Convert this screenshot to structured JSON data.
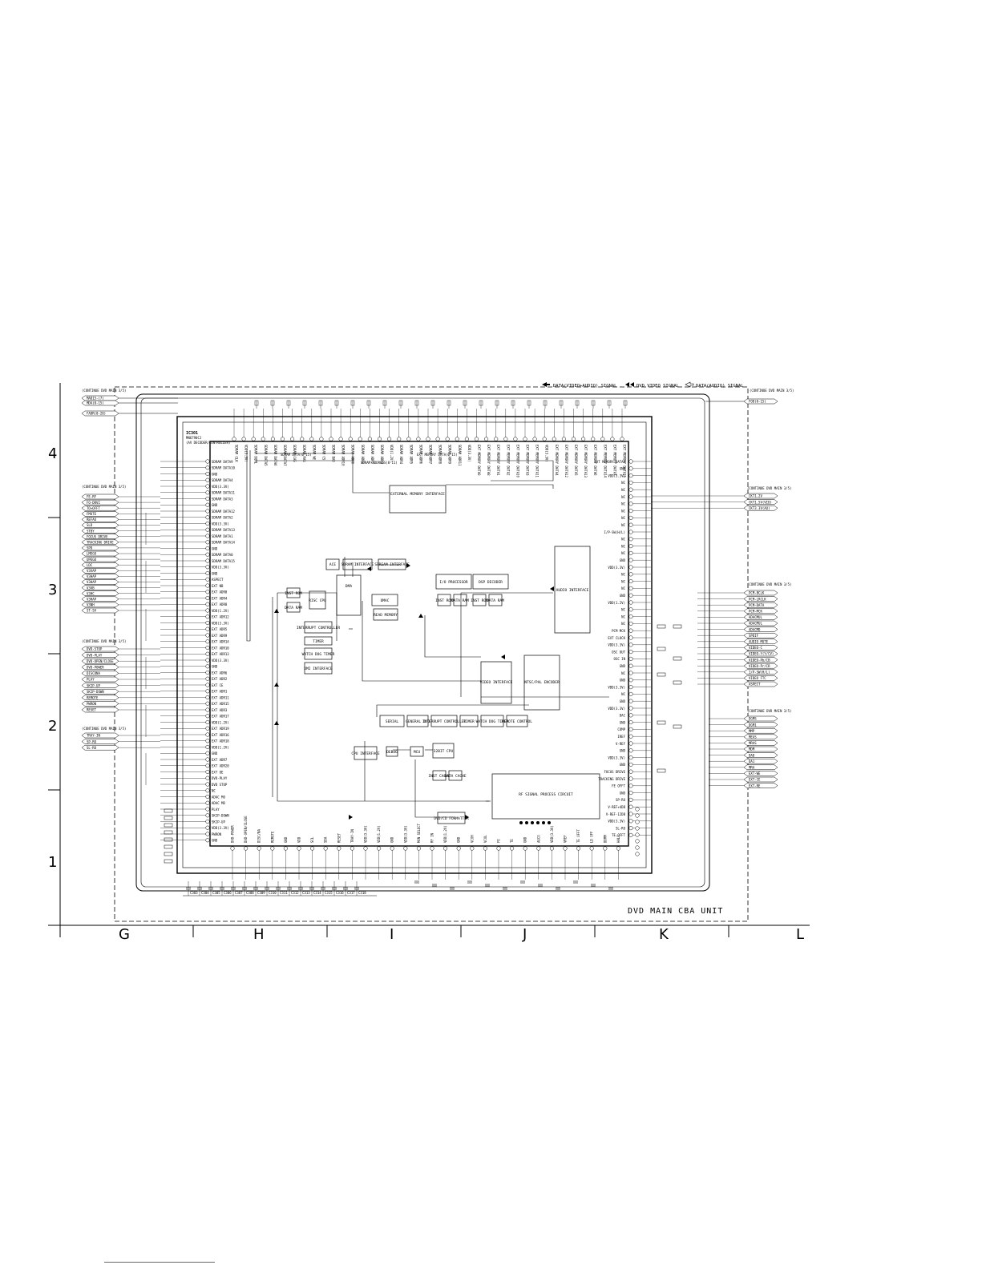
{
  "legend": {
    "data_video_audio": "DATA(VIDEO+AUDIO) SIGNAL",
    "dvd_video": "DVD VIDEO SIGNAL",
    "data_audio": "DATA(AUDIO) SIGNAL"
  },
  "unit_title": "DVD MAIN CBA UNIT",
  "grid": {
    "columns": [
      "G",
      "H",
      "I",
      "J",
      "K",
      "L"
    ],
    "rows": [
      "4",
      "3",
      "2",
      "1"
    ]
  },
  "ic": {
    "ref": "IC301",
    "part": "MN6790CJ",
    "role": "(AV DECODER/CONTROLLER)"
  },
  "blocks": {
    "ext_memory": "EXTERNAL MEMORY INTERFACE",
    "ace": "ACE",
    "sdram_if": "SDRAM INTERFACE",
    "stream_if": "STREAM INTERFACE",
    "dma": "DMA",
    "mmu": "UMAC",
    "io_processor": "I/O PROCESSOR",
    "dsp": "DSP DECODER",
    "audio_if": "AUDIO INTERFACE",
    "inst_rom": "INST ROM",
    "data_ram": "DATA RAM",
    "risc": "RISC CPU",
    "interrupt": "INTERRUPT CONTROLLER",
    "timer": "TIMER",
    "watchdog": "WATCH DOG TIMER",
    "dmi": "DMI INTERFACE",
    "read_memory": "READ MEMORY",
    "video_if": "VIDEO INTERFACE",
    "ntsc_pal": "NTSC/PAL ENCODER",
    "serial": "SERIAL",
    "gpio": "GENERAL I/O",
    "int_ctrl": "INTERRUPT CONTROLLER",
    "timer2": "TIMER",
    "wdt2": "WATCH DOG TIMER",
    "remote": "REMOTE CONTROL",
    "cpu_if": "CPU INTERFACE",
    "debug": "DEBUG",
    "mcu": "MCU",
    "cpu32": "32BIT CPU",
    "inst_cache": "INST CACHE",
    "data_cache": "DATA CACHE",
    "dvdcd": "DVD/CD FORMATTER",
    "rf": "RF SIGNAL PROCESS CIRCUIT"
  },
  "bus_labels": {
    "sdram_data": "SDRAM DATA(0-15)",
    "sdram_addr": "SDRAM ADDRESS(0-11)",
    "ext_mem_data": "EXT MEMORY DATA(0-15)"
  },
  "continue_labels": {
    "left_top": "(CONTINUE DVD MAIN 3/5)",
    "left_mid": "(CONTINUE DVD MAIN 3/5)",
    "left_low": "(CONTINUE DVD MAIN 3/5)",
    "left_bottom": "(CONTINUE DVD MAIN 3/5)",
    "right_top": "(CONTINUE DVD MAIN 3/5)",
    "right_mid": "(CONTINUE DVD MAIN 3/5)",
    "right_audio": "(CONTINUE DVD MAIN 3/5)",
    "right_low": "(CONTINUE DVD MAIN 3/5)"
  },
  "left_top_connectors": [
    "MAD15-(7)",
    "MDA(0-15)",
    "FADR(0-20)"
  ],
  "left_connectors_group1": [
    "FE-RF",
    "FO-DRVI",
    "TO+OFFT",
    "FMUTE",
    "REFAU",
    "SLD",
    "STBY",
    "FOCUS DRIVE",
    "TRACKING DRIVE",
    "SPD",
    "LMEGO",
    "UPEGO",
    "LDC",
    "V3VAP",
    "V3HAP",
    "V3HAP",
    "V3VB",
    "V3HC",
    "V3HAP",
    "V3NH",
    "ST-SV"
  ],
  "left_connectors_group2": [
    "DVD-STOP",
    "DVD-PLAY",
    "DVD-OPEN/CLOSE",
    "DVD-POWER",
    "DISCONA",
    "PLAY",
    "SKIP-UP",
    "SKIP-DOWN",
    "REMOTE",
    "PWRON",
    "RESET"
  ],
  "left_connectors_group3": [
    "TRAY-IN",
    "SP-RO",
    "SL-RO"
  ],
  "right_top_connectors": [
    "FOD(0-15)"
  ],
  "right_connectors_group1": [
    "CKT1.2V",
    "CKT1.5V(VID)",
    "CKT3.3V(AU)"
  ],
  "right_connectors_group2": [
    "PCM-BCLK",
    "PCM-LRCLK",
    "PCM-DATA",
    "PCM-MCK",
    "ADACMUL",
    "ADACMUL",
    "ADACMD",
    "SPDIF",
    "AUDIO MUTE",
    "VIDEO-C",
    "VIDEO-Y(Y/CV)",
    "VIDEO-Pb/CB",
    "VIDEO-Pr/CR",
    "I/P-SW(H/L)",
    "VIDEO FTC",
    "ASPECT"
  ],
  "right_connectors_group3": [
    "DGMS",
    "DGM1",
    "MMP",
    "MEAS",
    "MRAS",
    "MDM",
    "DAD",
    "DA1",
    "MRA",
    "EXT-WE",
    "EXT-CE",
    "EXT-RE"
  ],
  "ic_left_pins": [
    "SDRAM DATA9",
    "SDRAM DATA10",
    "GND",
    "SDRAM DATA4",
    "VDD(3.3V)",
    "SDRAM DATA11",
    "SDRAM DATA3",
    "GND",
    "SDRAM DATA12",
    "SDRAM DATA2",
    "VDD(3.3V)",
    "SDRAM DATA13",
    "SDRAM DATA1",
    "SDRAM DATA14",
    "GND",
    "SDRAM DATA0",
    "SDRAM DATA15",
    "VDD(3.3V)",
    "GND",
    "ASPECT",
    "EXT NB",
    "EXT ADR0",
    "EXT ADR4",
    "EXT ADR8",
    "VDD(1.2V)",
    "EXT ADR12",
    "VDD(3.3V)",
    "EXT ADR5",
    "EXT ADR9",
    "EXT ADR14",
    "EXT ADR10",
    "EXT ADR13",
    "VDD(3.3V)",
    "GND",
    "EXT ADR6",
    "EXT ADR2",
    "EXT CE",
    "EXT ADR1",
    "EXT ADR11",
    "EXT ADR15",
    "EXT ADR3",
    "EXT ADR17",
    "VDD(1.2V)",
    "EXT ADR19",
    "EXT ADR16",
    "EXT ADR18",
    "VDD(1.2V)",
    "GND",
    "EXT ADR7",
    "EXT ADR20",
    "EXT OE",
    "DVD-PLAY",
    "DVD STOP",
    "NC",
    "ADAC MO",
    "ADAC MD",
    "PLAY",
    "SKIP-DOWN",
    "SKIP-UP",
    "VDD(3.3V)",
    "PWRON",
    "GND"
  ],
  "ic_right_pins": [
    "EXT MEMORY DATA9",
    "GND",
    "VDD(3.3V)",
    "NC",
    "NC",
    "NC",
    "NC",
    "NC",
    "NC",
    "NC",
    "I/P-SW(H/L)",
    "NC",
    "NC",
    "NC",
    "GND",
    "VDD(3.3V)",
    "NC",
    "NC",
    "NC",
    "GND",
    "VDD(1.2V)",
    "NC",
    "NC",
    "NC",
    "PCM MCK",
    "EXT CLOCK",
    "VDD(3.3V)",
    "OSC OUT",
    "OSC IN",
    "GND",
    "NC",
    "GND",
    "VDD(3.3V)",
    "NC",
    "GND",
    "VDD(3.3V)",
    "DAC",
    "GND",
    "COMP",
    "IREF",
    "V-REF",
    "GND",
    "VDD(3.3V)",
    "GND",
    "FOCUS DRIVE",
    "TRACKING DRIVE",
    "FE OFFT",
    "GND",
    "SP-RO",
    "V-REF+4DB",
    "V-REF-12DB",
    "VDD(3.3V)",
    "SL-RO",
    "TE OFFT"
  ],
  "ic_top_pins": [
    "SDRAM CLK",
    "VDD(3.3V)",
    "SDRAM DQML",
    "SDRAM DATA5",
    "SDRAM DATA6",
    "SDRAM DATA7",
    "SDRAM CAS",
    "SDRAM RAS",
    "SDRAM WE",
    "SDRAM CS",
    "SDRAM BA0",
    "SDRAM ADR10",
    "SDRAM ADR0",
    "SDRAM ADR1",
    "SDRAM ADR2",
    "SDRAM ADR3",
    "VDD(1.2V)",
    "SDRAM ADR4",
    "SDRAM ADR5",
    "SDRAM ADR6",
    "SDRAM ADR7",
    "SDRAM ADR8",
    "SDRAM ADR9",
    "SDRAM ADR11",
    "VDD(3.3V)",
    "EXT MEMORY DATA0",
    "EXT MEMORY DATA8",
    "EXT MEMORY DATA1",
    "EXT MEMORY DATA2",
    "EXT MEMORY DATA10",
    "EXT MEMORY DATA3",
    "EXT MEMORY DATA11",
    "VDD(3.3V)",
    "EXT MEMORY DATA4",
    "EXT MEMORY DATA12",
    "EXT MEMORY DATA5",
    "EXT MEMORY DATA13",
    "EXT MEMORY DATA6",
    "EXT MEMORY DATA14",
    "EXT MEMORY DATA7",
    "EXT MEMORY DATA15"
  ],
  "ic_bottom_pins": [
    "DVD-POWER",
    "DVD-OPEN/CLOSE",
    "DISC/NA",
    "REMOTE",
    "GND",
    "VDD",
    "SCL",
    "SDA",
    "RESET",
    "TRAY-IN",
    "VDD(3.3V)",
    "VDD(1.2V)",
    "GND",
    "VDD(3.3V)",
    "MON SELECT",
    "RF IN",
    "VDD(1.2V)",
    "GND",
    "VCOH",
    "VCOL",
    "FE",
    "TE",
    "GND",
    "AGCO",
    "VDD(3.3V)",
    "VREF",
    "TE OFFT",
    "LD OFF",
    "DDRM",
    "HALF"
  ],
  "bottom_cap_labels": [
    "C303",
    "C304",
    "C305",
    "C306",
    "C307",
    "C308",
    "C309",
    "C310",
    "C311",
    "C312",
    "C313",
    "C314",
    "C315",
    "C316",
    "C317",
    "C318"
  ]
}
